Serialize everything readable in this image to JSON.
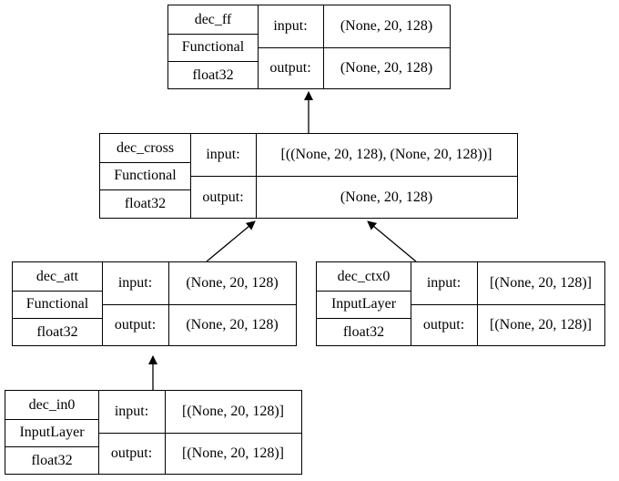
{
  "nodes": {
    "dec_ff": {
      "name": "dec_ff",
      "type": "Functional",
      "dtype": "float32",
      "input_label": "input:",
      "input": "(None, 20, 128)",
      "output_label": "output:",
      "output": "(None, 20, 128)"
    },
    "dec_cross": {
      "name": "dec_cross",
      "type": "Functional",
      "dtype": "float32",
      "input_label": "input:",
      "input": "[((None, 20, 128), (None, 20, 128))]",
      "output_label": "output:",
      "output": "(None, 20, 128)"
    },
    "dec_att": {
      "name": "dec_att",
      "type": "Functional",
      "dtype": "float32",
      "input_label": "input:",
      "input": "(None, 20, 128)",
      "output_label": "output:",
      "output": "(None, 20, 128)"
    },
    "dec_ctx0": {
      "name": "dec_ctx0",
      "type": "InputLayer",
      "dtype": "float32",
      "input_label": "input:",
      "input": "[(None, 20, 128)]",
      "output_label": "output:",
      "output": "[(None, 20, 128)]"
    },
    "dec_in0": {
      "name": "dec_in0",
      "type": "InputLayer",
      "dtype": "float32",
      "input_label": "input:",
      "input": "[(None, 20, 128)]",
      "output_label": "output:",
      "output": "[(None, 20, 128)]"
    }
  },
  "edges": [
    {
      "from": "dec_in0",
      "to": "dec_att"
    },
    {
      "from": "dec_att",
      "to": "dec_cross"
    },
    {
      "from": "dec_ctx0",
      "to": "dec_cross"
    },
    {
      "from": "dec_cross",
      "to": "dec_ff"
    }
  ]
}
